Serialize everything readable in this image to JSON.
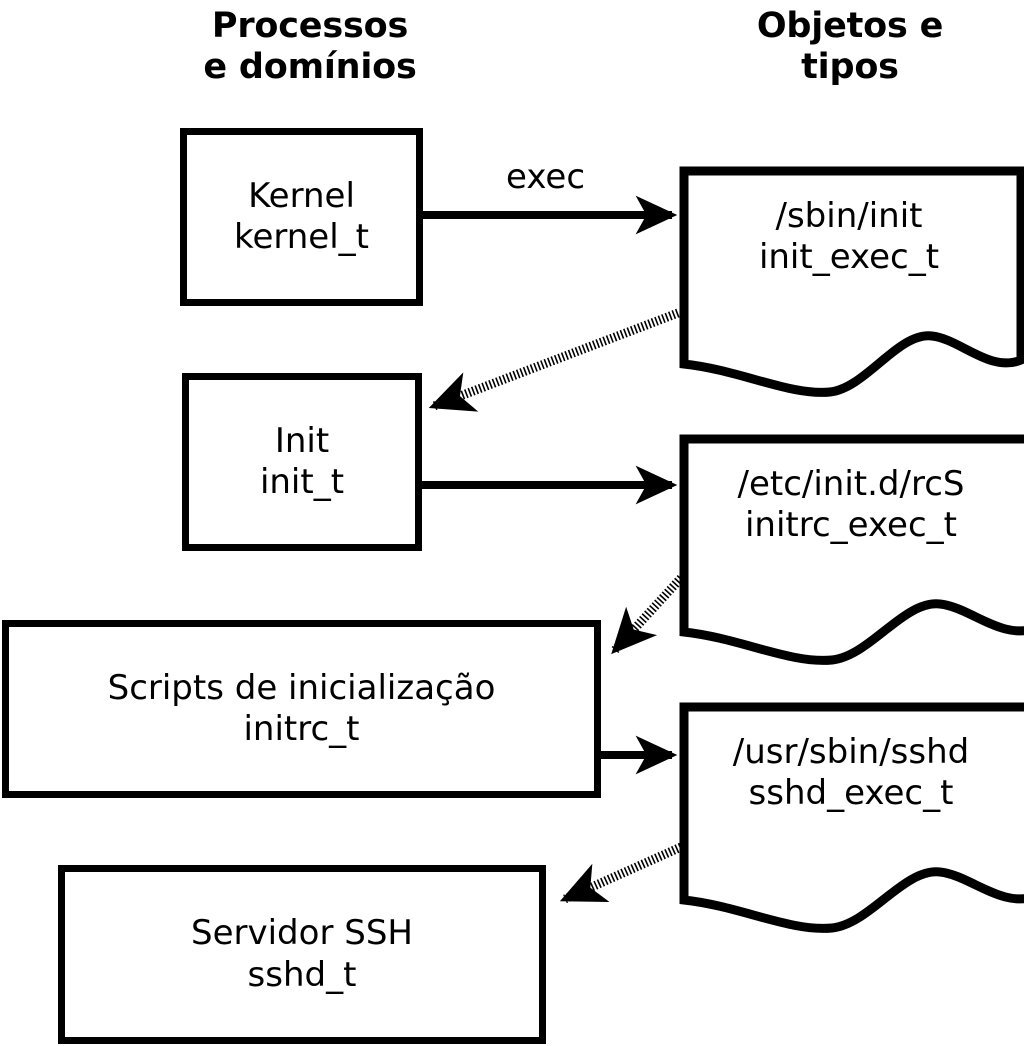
{
  "diagram": {
    "title_left": "Processos\ne domínios",
    "title_right": "Objetos e\ntipos",
    "stroke_color": "#000000",
    "background_color": "#ffffff",
    "process_nodes": [
      {
        "id": "kernel",
        "name": "Kernel",
        "type": "kernel_t"
      },
      {
        "id": "init",
        "name": "Init",
        "type": "init_t"
      },
      {
        "id": "initrc",
        "name": "Scripts de inicialização",
        "type": "initrc_t"
      },
      {
        "id": "sshd",
        "name": "Servidor SSH",
        "type": "sshd_t"
      }
    ],
    "object_nodes": [
      {
        "id": "init_exec",
        "path": "/sbin/init",
        "type": "init_exec_t"
      },
      {
        "id": "initrc_exec",
        "path": "/etc/init.d/rcS",
        "type": "initrc_exec_t"
      },
      {
        "id": "sshd_exec",
        "path": "/usr/sbin/sshd",
        "type": "sshd_exec_t"
      }
    ],
    "edges": [
      {
        "id": "e1",
        "from": "kernel",
        "to": "init_exec",
        "label": "exec",
        "style": "solid"
      },
      {
        "id": "e2",
        "from": "init_exec",
        "to": "init",
        "label": "",
        "style": "dotted"
      },
      {
        "id": "e3",
        "from": "init",
        "to": "initrc_exec",
        "label": "",
        "style": "solid"
      },
      {
        "id": "e4",
        "from": "initrc_exec",
        "to": "initrc",
        "label": "",
        "style": "dotted"
      },
      {
        "id": "e5",
        "from": "initrc",
        "to": "sshd_exec",
        "label": "",
        "style": "solid"
      },
      {
        "id": "e6",
        "from": "sshd_exec",
        "to": "sshd",
        "label": "",
        "style": "dotted"
      }
    ]
  }
}
